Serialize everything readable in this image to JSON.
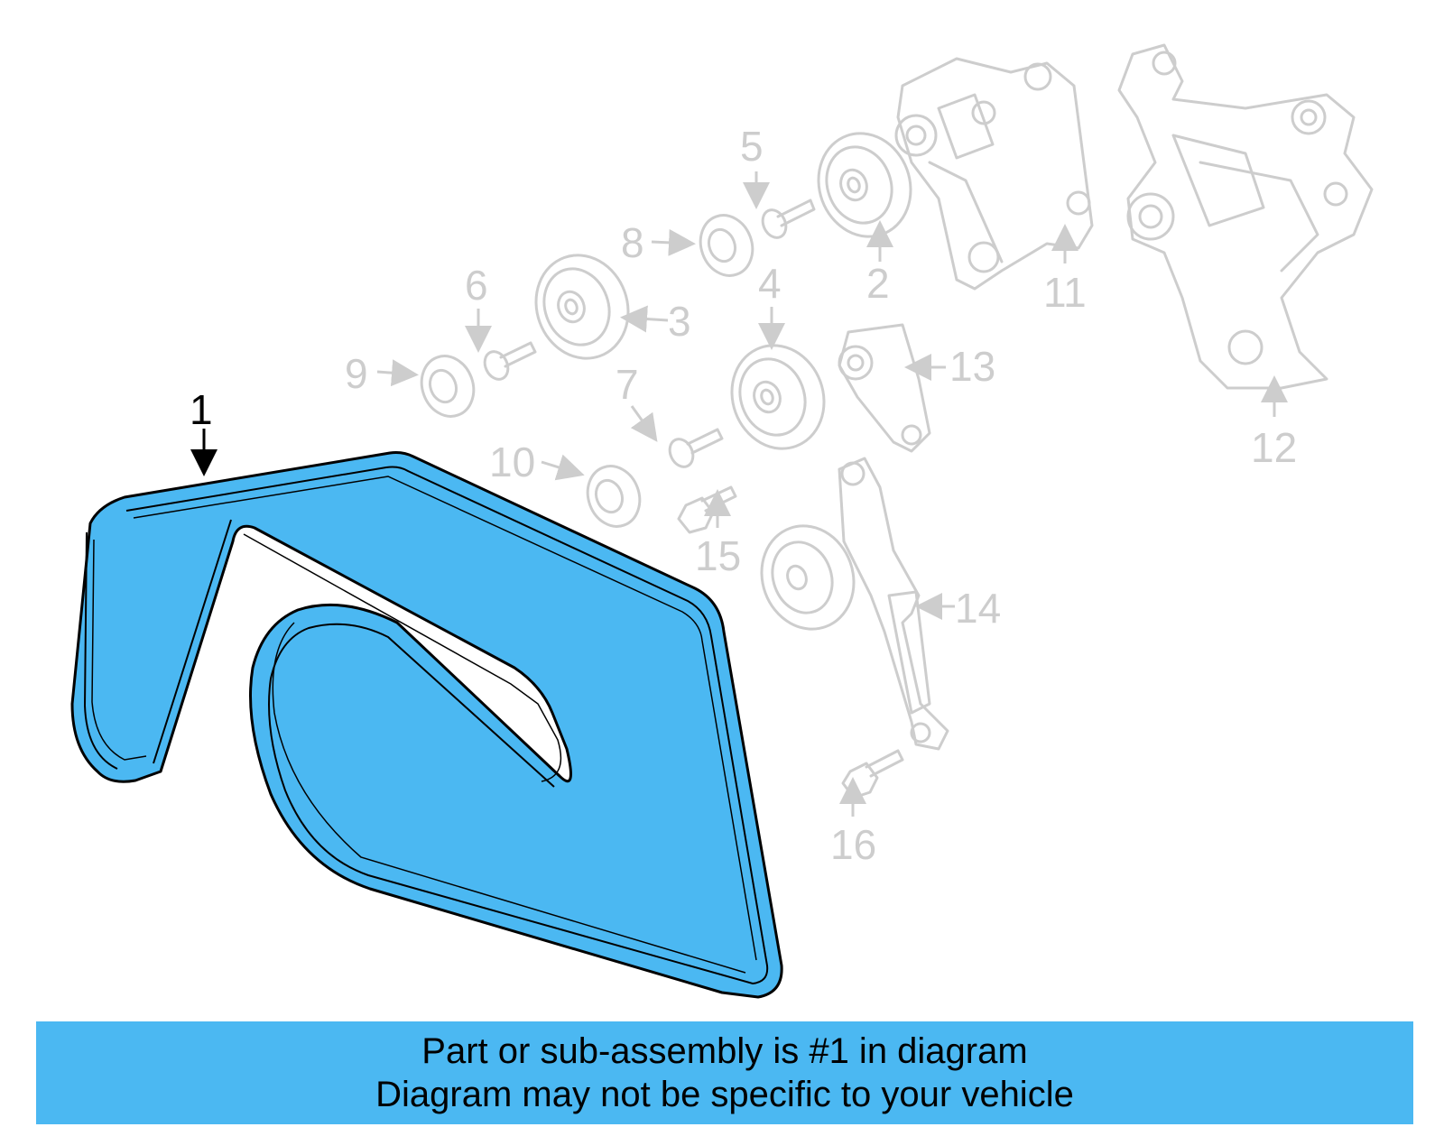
{
  "diagram": {
    "highlight_color": "#4bb8f2",
    "ghost_color": "#cdcdcd",
    "callouts": {
      "c1": "1",
      "c2": "2",
      "c3": "3",
      "c4": "4",
      "c5": "5",
      "c6": "6",
      "c7": "7",
      "c8": "8",
      "c9": "9",
      "c10": "10",
      "c11": "11",
      "c12": "12",
      "c13": "13",
      "c14": "14",
      "c15": "15",
      "c16": "16"
    }
  },
  "banner": {
    "line1": "Part or sub-assembly is #1 in diagram",
    "line2": "Diagram may not be specific to your vehicle"
  }
}
